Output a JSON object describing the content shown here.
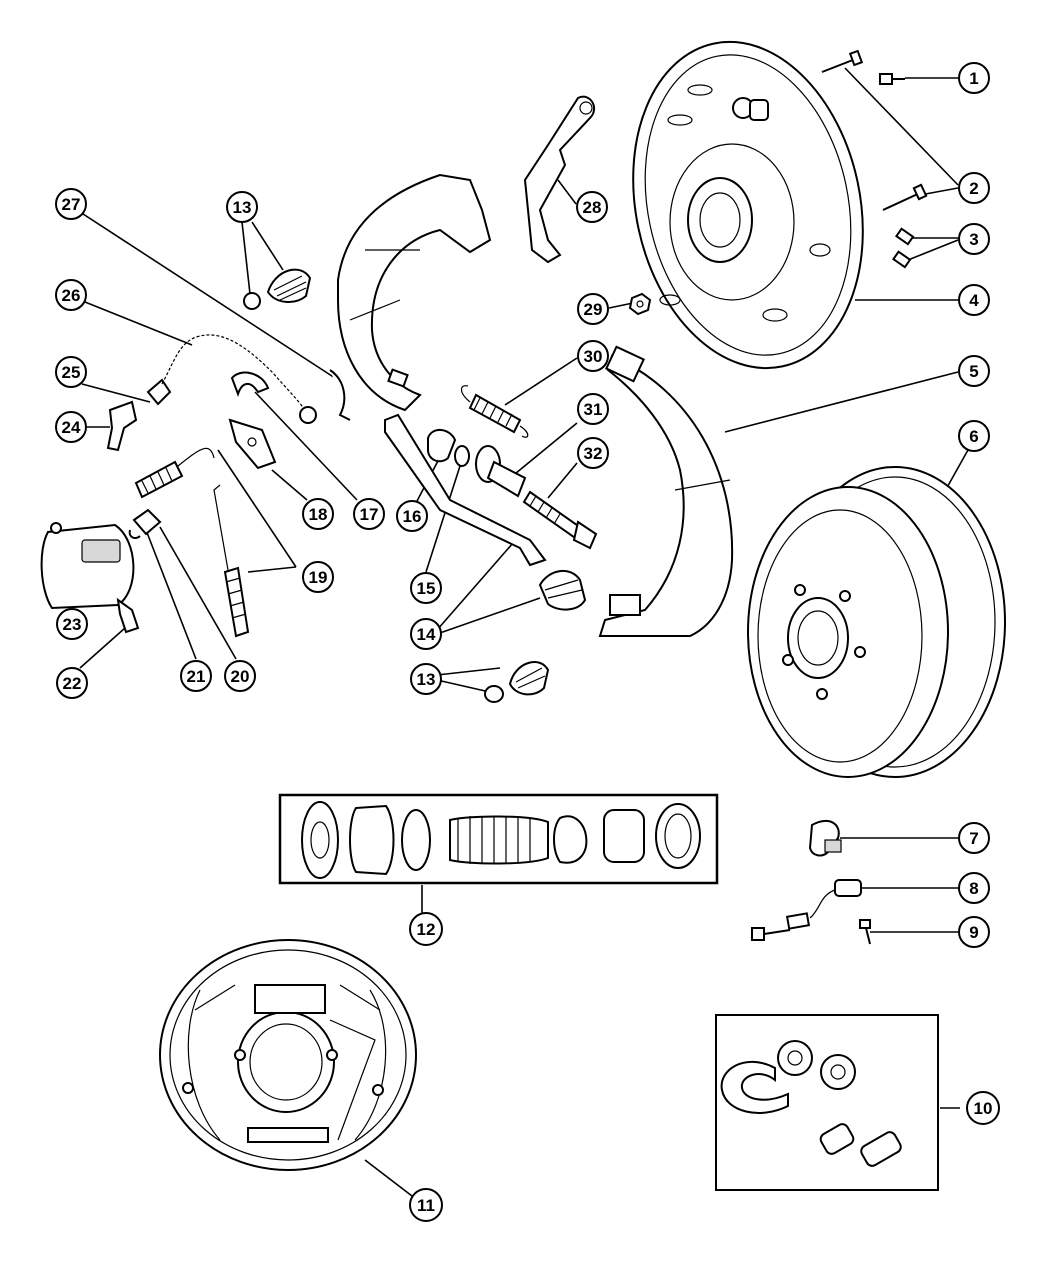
{
  "callouts": {
    "c1": "1",
    "c2": "2",
    "c3": "3",
    "c4": "4",
    "c5": "5",
    "c6": "6",
    "c7": "7",
    "c8": "8",
    "c9": "9",
    "c10": "10",
    "c11": "11",
    "c12": "12",
    "c13a": "13",
    "c13b": "13",
    "c14": "14",
    "c15": "15",
    "c16": "16",
    "c17": "17",
    "c18": "18",
    "c19": "19",
    "c20": "20",
    "c21": "21",
    "c22": "22",
    "c23": "23",
    "c24": "24",
    "c25": "25",
    "c26": "26",
    "c27": "27",
    "c28": "28",
    "c29": "29",
    "c30": "30",
    "c31": "31",
    "c32": "32"
  }
}
